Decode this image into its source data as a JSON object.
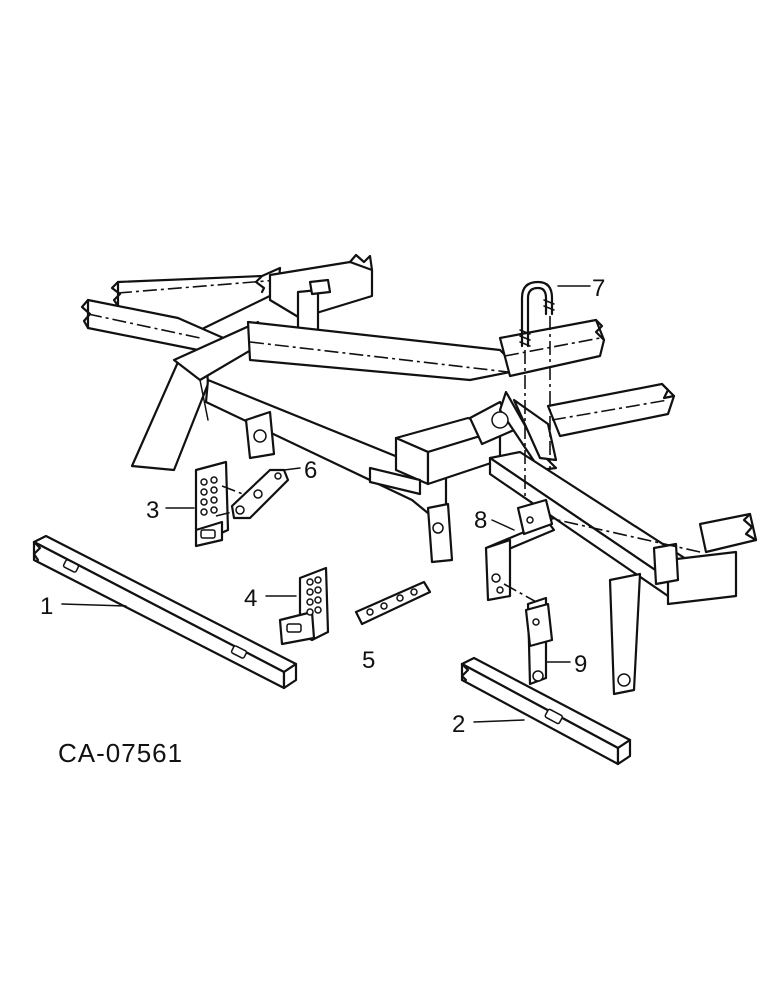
{
  "diagram": {
    "code": "CA-07561",
    "callouts": [
      {
        "id": "1",
        "text": "1"
      },
      {
        "id": "2",
        "text": "2"
      },
      {
        "id": "3",
        "text": "3"
      },
      {
        "id": "4",
        "text": "4"
      },
      {
        "id": "5",
        "text": "5"
      },
      {
        "id": "6",
        "text": "6"
      },
      {
        "id": "7",
        "text": "7"
      },
      {
        "id": "8",
        "text": "8"
      },
      {
        "id": "9",
        "text": "9"
      }
    ]
  },
  "colors": {
    "ink": "#111111",
    "paper": "#ffffff"
  }
}
